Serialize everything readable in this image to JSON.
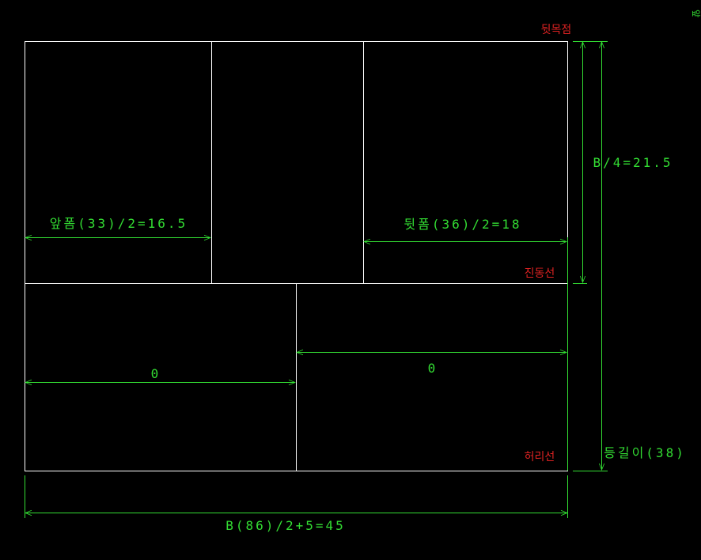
{
  "colors": {
    "outline": "#ffffff",
    "dimension": "#33dd33",
    "reference_label": "#dd2222",
    "background": "#000000"
  },
  "labels": {
    "back_neck_point": "뒷목점",
    "armhole_line": "진동선",
    "waist_line": "허리선",
    "corner_mark": "앞"
  },
  "dimensions": {
    "front_width": "앞폼(33)/2=16.5",
    "back_width": "뒷폼(36)/2=18",
    "lower_left": "0",
    "lower_right": "0",
    "armhole_depth": "B/4=21.5",
    "back_length": "등길이(38)",
    "total_width": "B(86)/2+5=45"
  }
}
